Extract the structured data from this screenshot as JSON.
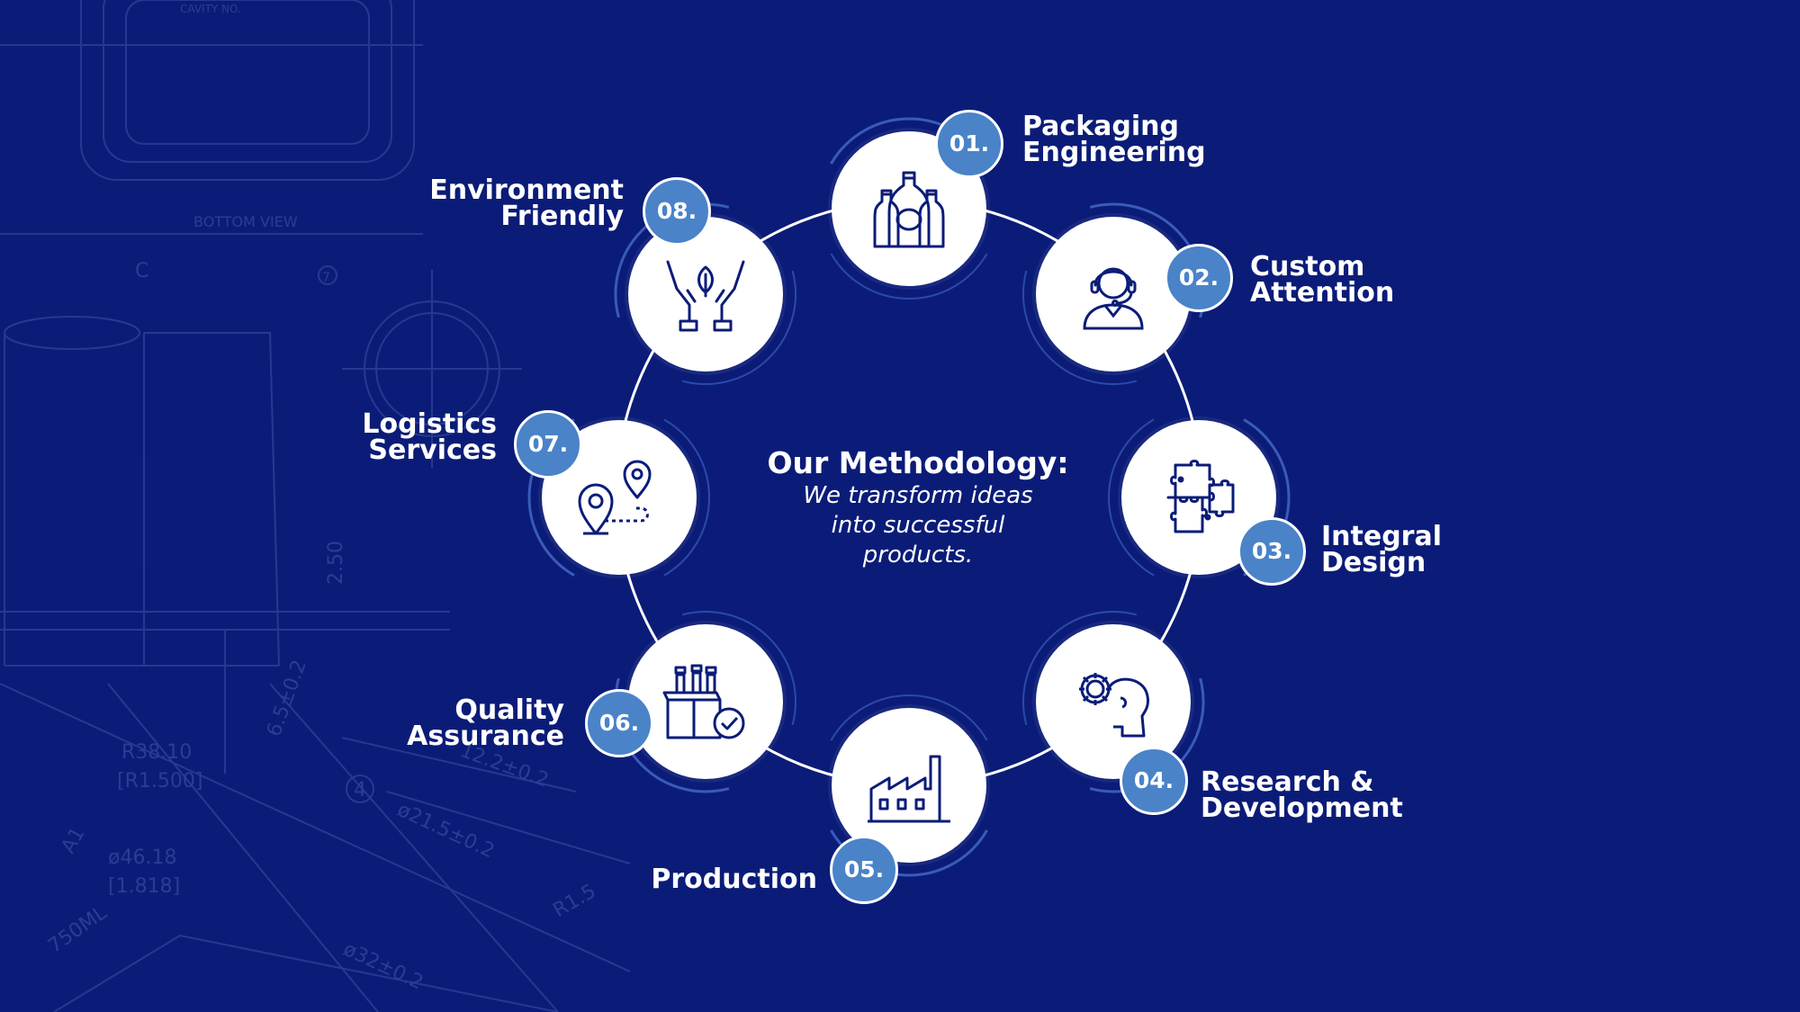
{
  "center": {
    "title": "Our Methodology:",
    "subtitle_lines": [
      "We transform ideas",
      "into successful",
      "products."
    ]
  },
  "steps": [
    {
      "number": "01.",
      "label_lines": [
        "Packaging",
        "Engineering"
      ],
      "icon": "bottles-icon"
    },
    {
      "number": "02.",
      "label_lines": [
        "Custom",
        "Attention"
      ],
      "icon": "headset-agent-icon"
    },
    {
      "number": "03.",
      "label_lines": [
        "Integral",
        "Design"
      ],
      "icon": "puzzle-icon"
    },
    {
      "number": "04.",
      "label_lines": [
        "Research &",
        "Development"
      ],
      "icon": "head-gear-icon"
    },
    {
      "number": "05.",
      "label_lines": [
        "Production"
      ],
      "icon": "factory-icon"
    },
    {
      "number": "06.",
      "label_lines": [
        "Quality",
        "Assurance"
      ],
      "icon": "quality-check-icon"
    },
    {
      "number": "07.",
      "label_lines": [
        "Logistics",
        "Services"
      ],
      "icon": "route-pins-icon"
    },
    {
      "number": "08.",
      "label_lines": [
        "Environment",
        "Friendly"
      ],
      "icon": "hands-leaf-icon"
    }
  ],
  "background_drawing_text": [
    "CAVITY NO.",
    "BOTTOM VIEW",
    "2.50",
    "R38.10",
    "[R1.500]",
    "ø46.18",
    "[1.818]",
    "750ML",
    "ø21.5±0.2",
    "6.5±0.2",
    "12.2±0.2",
    "R1.5",
    "ø32±0.2",
    "4",
    "7",
    "C",
    "A1"
  ],
  "colors": {
    "background": "#0b1c78",
    "badge": "#4a83c8",
    "node": "#ffffff",
    "icon_stroke": "#0b1c78",
    "text": "#ffffff"
  }
}
